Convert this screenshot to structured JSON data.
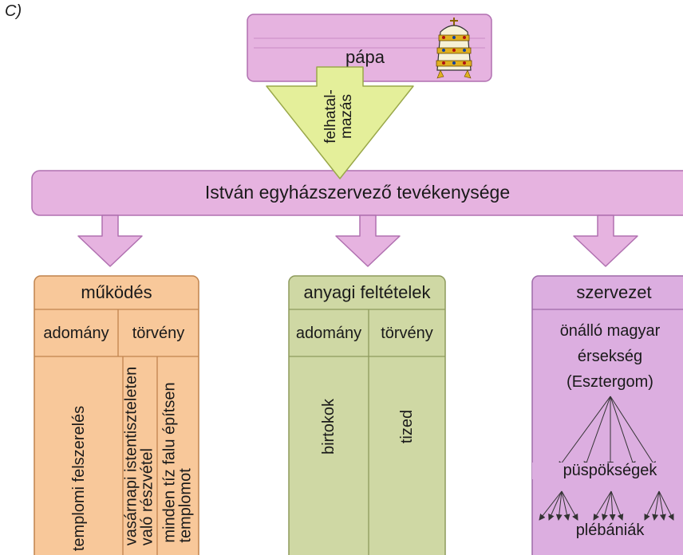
{
  "corner_label": "C)",
  "pope": {
    "label": "pápa",
    "icon": "papal-tiara-icon"
  },
  "authorization": {
    "line1": "felhatal-",
    "line2": "mazás"
  },
  "main_box": {
    "label": "István egyházszervező tevékenysége"
  },
  "columns": {
    "mukodes": {
      "title": "működés",
      "sub_left": "adomány",
      "sub_right": "törvény",
      "item_left": "templomi felszerelés",
      "item_mid_line1": "vasárnapi istentiszteleten",
      "item_mid_line2": "való részvétel",
      "item_right_line1": "minden tíz falu építsen",
      "item_right_line2": "templomot"
    },
    "anyagi": {
      "title": "anyagi feltételek",
      "sub_left": "adomány",
      "sub_right": "törvény",
      "item_left": "birtokok",
      "item_right": "tized"
    },
    "szervezet": {
      "title": "szervezet",
      "line1": "önálló magyar",
      "line2": "érsekség",
      "line3": "(Esztergom)",
      "level2": "püspökségek",
      "level3": "plébániák"
    }
  },
  "colors": {
    "pink_fill": "#e6b3e0",
    "pink_stroke": "#b070b0",
    "yellow_arrow": "#e4ef9a",
    "orange_fill": "#f8c89a",
    "orange_stroke": "#c0834d",
    "green_fill": "#cfd8a4",
    "green_stroke": "#8d9a5c",
    "purple_fill": "#dcaee0",
    "purple_stroke": "#9e6aa8"
  }
}
